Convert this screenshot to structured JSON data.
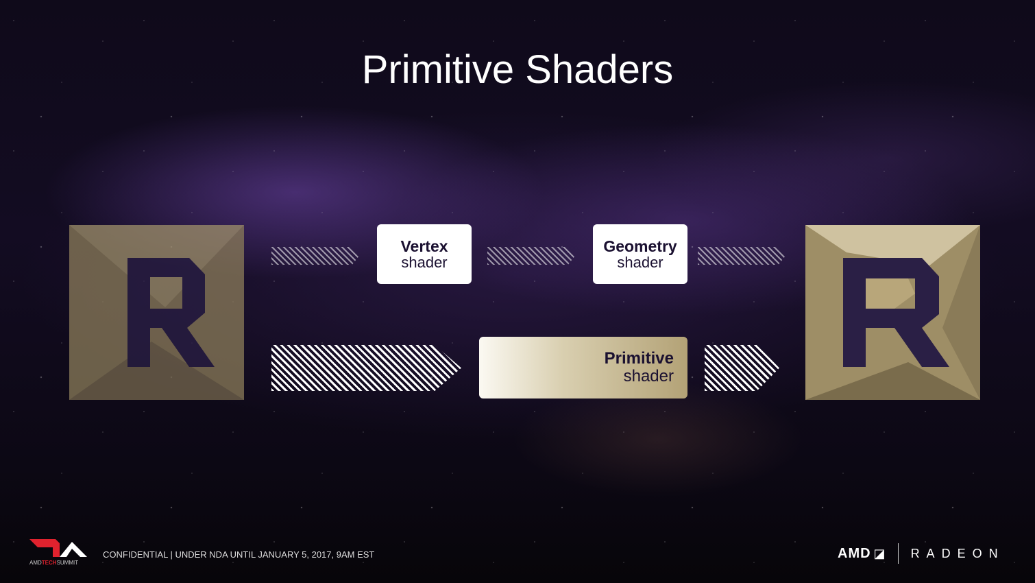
{
  "title": "Primitive Shaders",
  "pipeline": {
    "vertex": {
      "bold": "Vertex",
      "sub": "shader"
    },
    "geometry": {
      "bold": "Geometry",
      "sub": "shader"
    },
    "primitive": {
      "bold": "Primitive",
      "sub": "shader"
    }
  },
  "footer": {
    "event_logo_text": "AMDTECHSUMMIT",
    "confidential": "CONFIDENTIAL | UNDER NDA UNTIL JANUARY 5, 2017, 9AM EST",
    "brand_amd": "AMD",
    "brand_radeon": "RADEON"
  },
  "colors": {
    "gold": "#b3a276",
    "accent_red": "#e0222e"
  }
}
